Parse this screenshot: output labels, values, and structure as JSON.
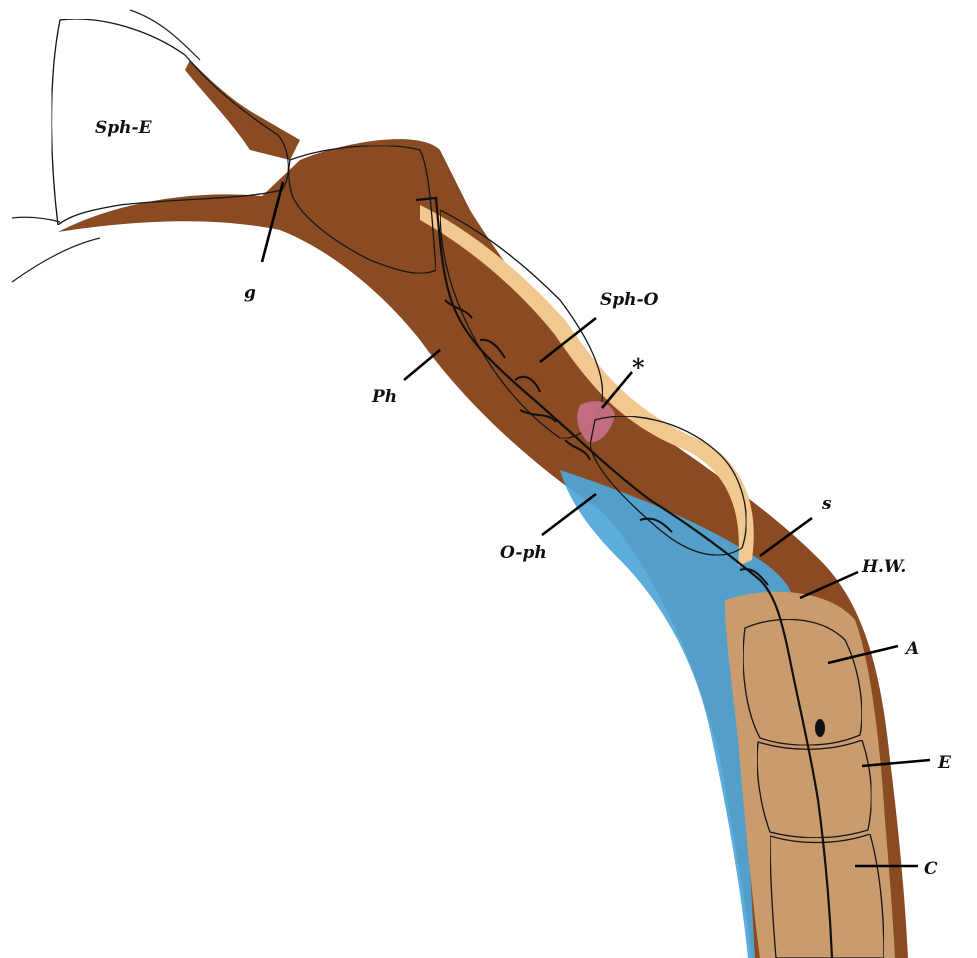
{
  "figure": {
    "colors": {
      "background": "#ffffff",
      "bone": "#8a4a22",
      "cartilage": "#b9dcd9",
      "ligament": "#4fa6d9",
      "nucleus": "#d2a272",
      "membrane": "#f0c890",
      "star_region": "#c7708a",
      "nerve": "#111111"
    },
    "labels": {
      "sph_e": "Sph-E",
      "g": "g",
      "sph_o": "Sph-O",
      "star": "*",
      "ph": "Ph",
      "o_ph": "O-ph",
      "s": "s",
      "hw": "H.W.",
      "a": "A",
      "e": "E",
      "c": "C"
    }
  }
}
